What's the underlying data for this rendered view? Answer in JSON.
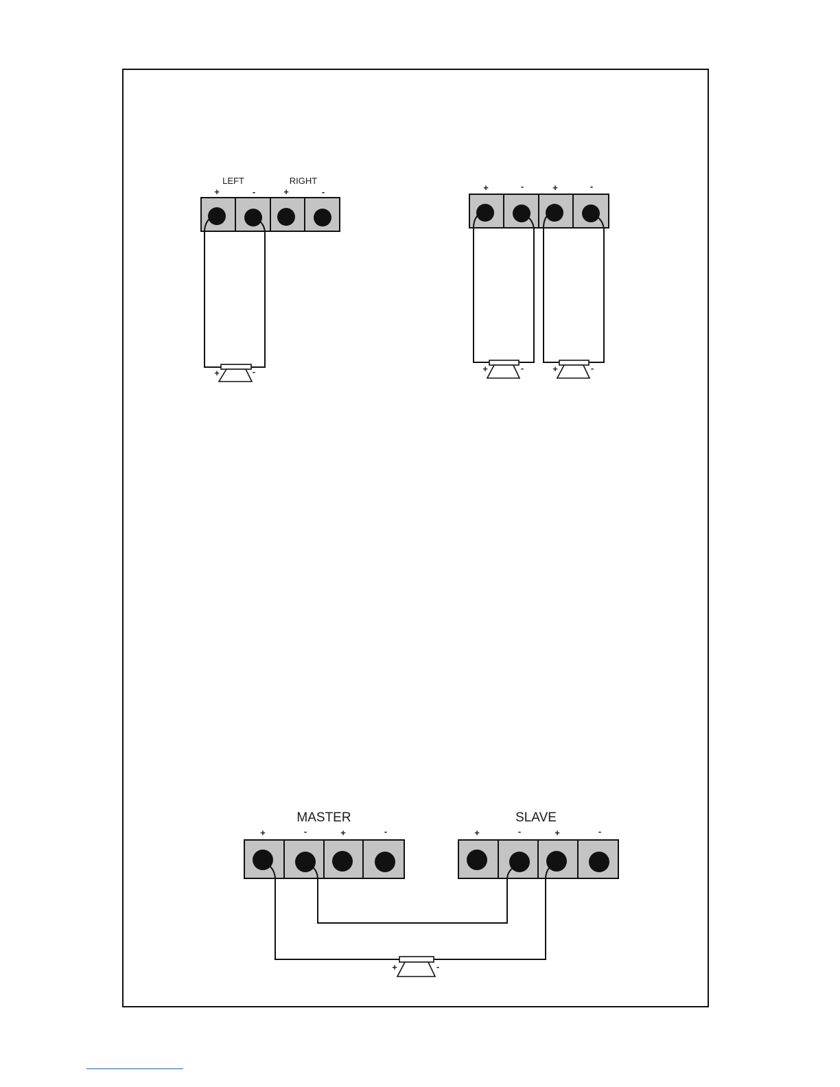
{
  "diagram_a": {
    "left_label": "LEFT",
    "right_label": "RIGHT",
    "signs": [
      "+",
      "-",
      "+",
      "-"
    ],
    "speaker_plus": "+",
    "speaker_minus": "-"
  },
  "diagram_b": {
    "signs": [
      "+",
      "-",
      "+",
      "-"
    ],
    "speaker1_plus": "+",
    "speaker1_minus": "-",
    "speaker2_plus": "+",
    "speaker2_minus": "-"
  },
  "diagram_c": {
    "master_label": "MASTER",
    "slave_label": "SLAVE",
    "master_signs": [
      "+",
      "-",
      "+",
      "-"
    ],
    "slave_signs": [
      "+",
      "-",
      "+",
      "-"
    ],
    "speaker_plus": "+",
    "speaker_minus": "-"
  },
  "colors": {
    "terminal_fill": "#c4c4c4",
    "line": "#111111",
    "footer_rule": "#2a5db0"
  }
}
